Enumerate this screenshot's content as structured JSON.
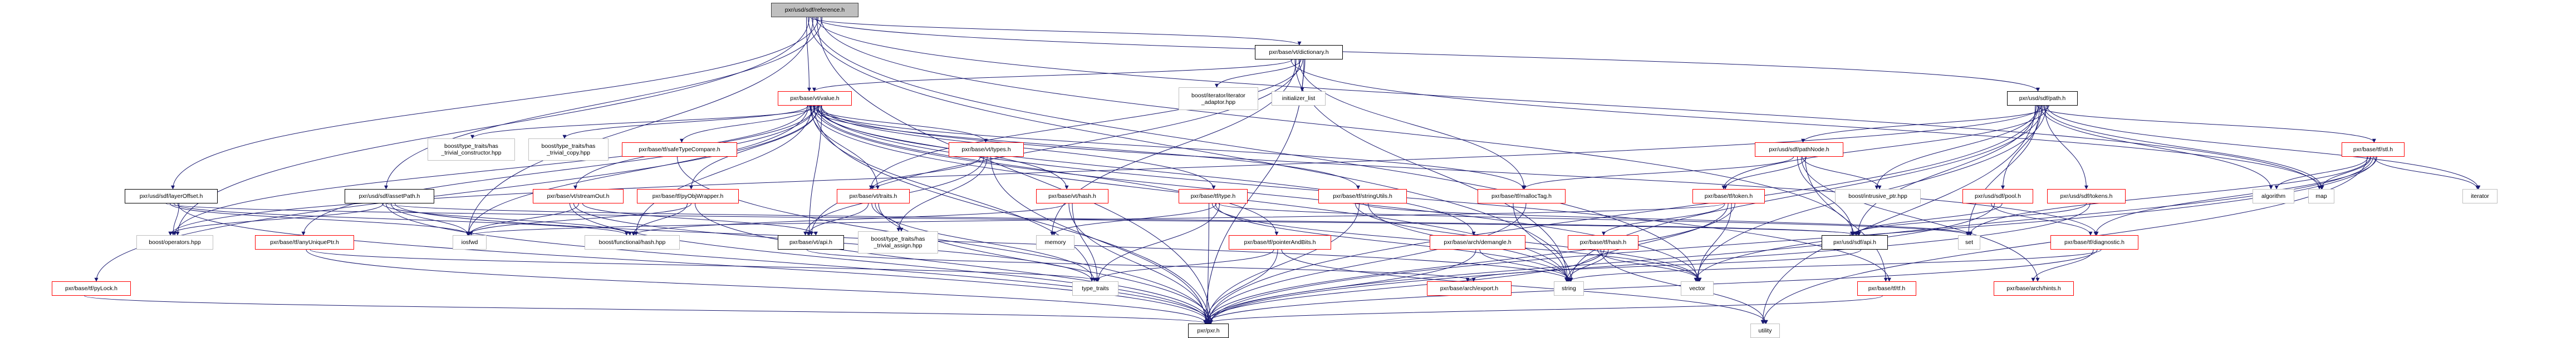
{
  "title": "Include dependency graph for pxr/usd/sdf/reference.h",
  "colors": {
    "edge": "#191970",
    "truncated_border": "#ff0000",
    "system_border": "#bfbfbf",
    "root_fill": "#bfbfbf"
  },
  "nodes": {
    "reference": {
      "label": "pxr/usd/sdf/reference.h",
      "kind": "root"
    },
    "dictionary": {
      "label": "pxr/base/vt/dictionary.h",
      "kind": "black"
    },
    "iterator_adaptor": {
      "label": "boost/iterator/iterator\n_adaptor.hpp",
      "kind": "sys"
    },
    "initializer_list": {
      "label": "initializer_list",
      "kind": "sys"
    },
    "value": {
      "label": "pxr/base/vt/value.h",
      "kind": "red"
    },
    "path": {
      "label": "pxr/usd/sdf/path.h",
      "kind": "black"
    },
    "has_trivial_constructor": {
      "label": "boost/type_traits/has\n_trivial_constructor.hpp",
      "kind": "sys"
    },
    "has_trivial_copy": {
      "label": "boost/type_traits/has\n_trivial_copy.hpp",
      "kind": "sys"
    },
    "safeTypeCompare": {
      "label": "pxr/base/tf/safeTypeCompare.h",
      "kind": "red"
    },
    "types": {
      "label": "pxr/base/vt/types.h",
      "kind": "red"
    },
    "pathNode": {
      "label": "pxr/usd/sdf/pathNode.h",
      "kind": "red"
    },
    "stl": {
      "label": "pxr/base/tf/stl.h",
      "kind": "red"
    },
    "layerOffset": {
      "label": "pxr/usd/sdf/layerOffset.h",
      "kind": "black"
    },
    "assetPath": {
      "label": "pxr/usd/sdf/assetPath.h",
      "kind": "black"
    },
    "streamOut": {
      "label": "pxr/base/vt/streamOut.h",
      "kind": "red"
    },
    "pyObjWrapper": {
      "label": "pxr/base/tf/pyObjWrapper.h",
      "kind": "red"
    },
    "traits": {
      "label": "pxr/base/vt/traits.h",
      "kind": "red"
    },
    "vthash": {
      "label": "pxr/base/vt/hash.h",
      "kind": "red"
    },
    "tftype": {
      "label": "pxr/base/tf/type.h",
      "kind": "red"
    },
    "stringUtils": {
      "label": "pxr/base/tf/stringUtils.h",
      "kind": "red"
    },
    "mallocTag": {
      "label": "pxr/base/tf/mallocTag.h",
      "kind": "red"
    },
    "token": {
      "label": "pxr/base/tf/token.h",
      "kind": "red"
    },
    "intrusive": {
      "label": "boost/intrusive_ptr.hpp",
      "kind": "sys"
    },
    "pool": {
      "label": "pxr/usd/sdf/pool.h",
      "kind": "red"
    },
    "tokens": {
      "label": "pxr/usd/sdf/tokens.h",
      "kind": "red"
    },
    "algorithm": {
      "label": "algorithm",
      "kind": "sys"
    },
    "map": {
      "label": "map",
      "kind": "sys"
    },
    "iterator": {
      "label": "iterator",
      "kind": "sys"
    },
    "operators": {
      "label": "boost/operators.hpp",
      "kind": "sys"
    },
    "anyUniquePtr": {
      "label": "pxr/base/tf/anyUniquePtr.h",
      "kind": "red"
    },
    "iosfwd": {
      "label": "iosfwd",
      "kind": "sys"
    },
    "functional_hash": {
      "label": "boost/functional/hash.hpp",
      "kind": "sys"
    },
    "vtapi": {
      "label": "pxr/base/vt/api.h",
      "kind": "black"
    },
    "trivial_assign": {
      "label": "boost/type_traits/has\n_trivial_assign.hpp",
      "kind": "sys"
    },
    "memory": {
      "label": "memory",
      "kind": "sys"
    },
    "pointerAndBits": {
      "label": "pxr/base/tf/pointerAndBits.h",
      "kind": "red"
    },
    "demangle": {
      "label": "pxr/base/arch/demangle.h",
      "kind": "red"
    },
    "tfhash": {
      "label": "pxr/base/tf/hash.h",
      "kind": "red"
    },
    "sdfapi": {
      "label": "pxr/usd/sdf/api.h",
      "kind": "black"
    },
    "set": {
      "label": "set",
      "kind": "sys"
    },
    "diagnostic": {
      "label": "pxr/base/tf/diagnostic.h",
      "kind": "red"
    },
    "pyLock": {
      "label": "pxr/base/tf/pyLock.h",
      "kind": "red"
    },
    "type_traits": {
      "label": "type_traits",
      "kind": "sys"
    },
    "export": {
      "label": "pxr/base/arch/export.h",
      "kind": "red"
    },
    "string": {
      "label": "string",
      "kind": "sys"
    },
    "vector": {
      "label": "vector",
      "kind": "sys"
    },
    "tf": {
      "label": "pxr/base/tf/tf.h",
      "kind": "red"
    },
    "hints": {
      "label": "pxr/base/arch/hints.h",
      "kind": "red"
    },
    "pxr": {
      "label": "pxr/pxr.h",
      "kind": "black"
    },
    "utility": {
      "label": "utility",
      "kind": "sys"
    }
  },
  "edges": [
    [
      "reference",
      "value"
    ],
    [
      "reference",
      "dictionary"
    ],
    [
      "reference",
      "path"
    ],
    [
      "reference",
      "layerOffset"
    ],
    [
      "reference",
      "assetPath"
    ],
    [
      "reference",
      "operators"
    ],
    [
      "reference",
      "iosfwd"
    ],
    [
      "reference",
      "pxr"
    ],
    [
      "reference",
      "sdfapi"
    ],
    [
      "reference",
      "string"
    ],
    [
      "reference",
      "vector"
    ],
    [
      "reference",
      "map"
    ],
    [
      "value",
      "has_trivial_constructor"
    ],
    [
      "value",
      "has_trivial_copy"
    ],
    [
      "value",
      "safeTypeCompare"
    ],
    [
      "value",
      "streamOut"
    ],
    [
      "value",
      "pyObjWrapper"
    ],
    [
      "value",
      "vtapi"
    ],
    [
      "value",
      "traits"
    ],
    [
      "value",
      "types"
    ],
    [
      "value",
      "vthash"
    ],
    [
      "value",
      "tftype"
    ],
    [
      "value",
      "stringUtils"
    ],
    [
      "value",
      "mallocTag"
    ],
    [
      "value",
      "pointerAndBits"
    ],
    [
      "value",
      "tf"
    ],
    [
      "value",
      "iosfwd"
    ],
    [
      "value",
      "functional_hash"
    ],
    [
      "value",
      "anyUniquePtr"
    ],
    [
      "value",
      "pyLock"
    ],
    [
      "value",
      "operators"
    ],
    [
      "value",
      "type_traits"
    ],
    [
      "value",
      "pxr"
    ],
    [
      "value",
      "demangle"
    ],
    [
      "value",
      "diagnostic"
    ],
    [
      "value",
      "string"
    ],
    [
      "value",
      "vector"
    ],
    [
      "dictionary",
      "iterator_adaptor"
    ],
    [
      "dictionary",
      "initializer_list"
    ],
    [
      "dictionary",
      "value"
    ],
    [
      "dictionary",
      "memory"
    ],
    [
      "dictionary",
      "vtapi"
    ],
    [
      "dictionary",
      "pxr"
    ],
    [
      "dictionary",
      "map"
    ],
    [
      "dictionary",
      "string"
    ],
    [
      "dictionary",
      "mallocTag"
    ],
    [
      "dictionary",
      "traits"
    ],
    [
      "path",
      "pathNode"
    ],
    [
      "path",
      "intrusive"
    ],
    [
      "path",
      "pool"
    ],
    [
      "path",
      "tokens"
    ],
    [
      "path",
      "token"
    ],
    [
      "path",
      "stl"
    ],
    [
      "path",
      "algorithm"
    ],
    [
      "path",
      "map"
    ],
    [
      "path",
      "iterator"
    ],
    [
      "path",
      "sdfapi"
    ],
    [
      "path",
      "set"
    ],
    [
      "path",
      "string"
    ],
    [
      "path",
      "vector"
    ],
    [
      "path",
      "utility"
    ],
    [
      "path",
      "pxr"
    ],
    [
      "path",
      "operators"
    ],
    [
      "pathNode",
      "intrusive"
    ],
    [
      "pathNode",
      "token"
    ],
    [
      "pathNode",
      "mallocTag"
    ],
    [
      "pathNode",
      "sdfapi"
    ],
    [
      "pathNode",
      "hints"
    ],
    [
      "pathNode",
      "tf"
    ],
    [
      "stl",
      "algorithm"
    ],
    [
      "stl",
      "map"
    ],
    [
      "stl",
      "iterator"
    ],
    [
      "stl",
      "diagnostic"
    ],
    [
      "stl",
      "utility"
    ],
    [
      "stl",
      "set"
    ],
    [
      "stl",
      "vector"
    ],
    [
      "stl",
      "pxr"
    ],
    [
      "layerOffset",
      "operators"
    ],
    [
      "layerOffset",
      "sdfapi"
    ],
    [
      "layerOffset",
      "iosfwd"
    ],
    [
      "layerOffset",
      "functional_hash"
    ],
    [
      "layerOffset",
      "pxr"
    ],
    [
      "assetPath",
      "operators"
    ],
    [
      "assetPath",
      "sdfapi"
    ],
    [
      "assetPath",
      "iosfwd"
    ],
    [
      "assetPath",
      "string"
    ],
    [
      "assetPath",
      "functional_hash"
    ],
    [
      "assetPath",
      "pxr"
    ],
    [
      "streamOut",
      "iosfwd"
    ],
    [
      "streamOut",
      "vtapi"
    ],
    [
      "streamOut",
      "pxr"
    ],
    [
      "streamOut",
      "type_traits"
    ],
    [
      "pyObjWrapper",
      "functional_hash"
    ],
    [
      "pyObjWrapper",
      "iosfwd"
    ],
    [
      "pyObjWrapper",
      "pxr"
    ],
    [
      "traits",
      "vtapi"
    ],
    [
      "traits",
      "trivial_assign"
    ],
    [
      "traits",
      "type_traits"
    ],
    [
      "traits",
      "pxr"
    ],
    [
      "types",
      "traits"
    ],
    [
      "types",
      "vtapi"
    ],
    [
      "types",
      "trivial_assign"
    ],
    [
      "types",
      "pxr"
    ],
    [
      "vthash",
      "functional_hash"
    ],
    [
      "vthash",
      "pxr"
    ],
    [
      "vthash",
      "type_traits"
    ],
    [
      "tftype",
      "memory"
    ],
    [
      "tftype",
      "type_traits"
    ],
    [
      "tftype",
      "pxr"
    ],
    [
      "tftype",
      "vector"
    ],
    [
      "tftype",
      "string"
    ],
    [
      "tftype",
      "set"
    ],
    [
      "pointerAndBits",
      "type_traits"
    ],
    [
      "pointerAndBits",
      "pxr"
    ],
    [
      "pointerAndBits",
      "utility"
    ],
    [
      "stringUtils",
      "string"
    ],
    [
      "stringUtils",
      "vector"
    ],
    [
      "stringUtils",
      "pxr"
    ],
    [
      "stringUtils",
      "set"
    ],
    [
      "mallocTag",
      "pxr"
    ],
    [
      "mallocTag",
      "string"
    ],
    [
      "token",
      "tfhash"
    ],
    [
      "token",
      "string"
    ],
    [
      "token",
      "vector"
    ],
    [
      "token",
      "pxr"
    ],
    [
      "token",
      "iosfwd"
    ],
    [
      "demangle",
      "pxr"
    ],
    [
      "demangle",
      "string"
    ],
    [
      "tfhash",
      "string"
    ],
    [
      "tfhash",
      "vector"
    ],
    [
      "tfhash",
      "utility"
    ],
    [
      "tfhash",
      "pxr"
    ],
    [
      "pool",
      "sdfapi"
    ],
    [
      "pool",
      "diagnostic"
    ],
    [
      "pool",
      "pxr"
    ],
    [
      "tokens",
      "sdfapi"
    ],
    [
      "tokens",
      "pxr"
    ],
    [
      "sdfapi",
      "export"
    ],
    [
      "vtapi",
      "export"
    ],
    [
      "diagnostic",
      "hints"
    ],
    [
      "diagnostic",
      "pxr"
    ],
    [
      "diagnostic",
      "string"
    ],
    [
      "tf",
      "pxr"
    ],
    [
      "safeTypeCompare",
      "pxr"
    ],
    [
      "anyUniquePtr",
      "pxr"
    ],
    [
      "anyUniquePtr",
      "type_traits"
    ],
    [
      "pyLock",
      "pxr"
    ]
  ]
}
